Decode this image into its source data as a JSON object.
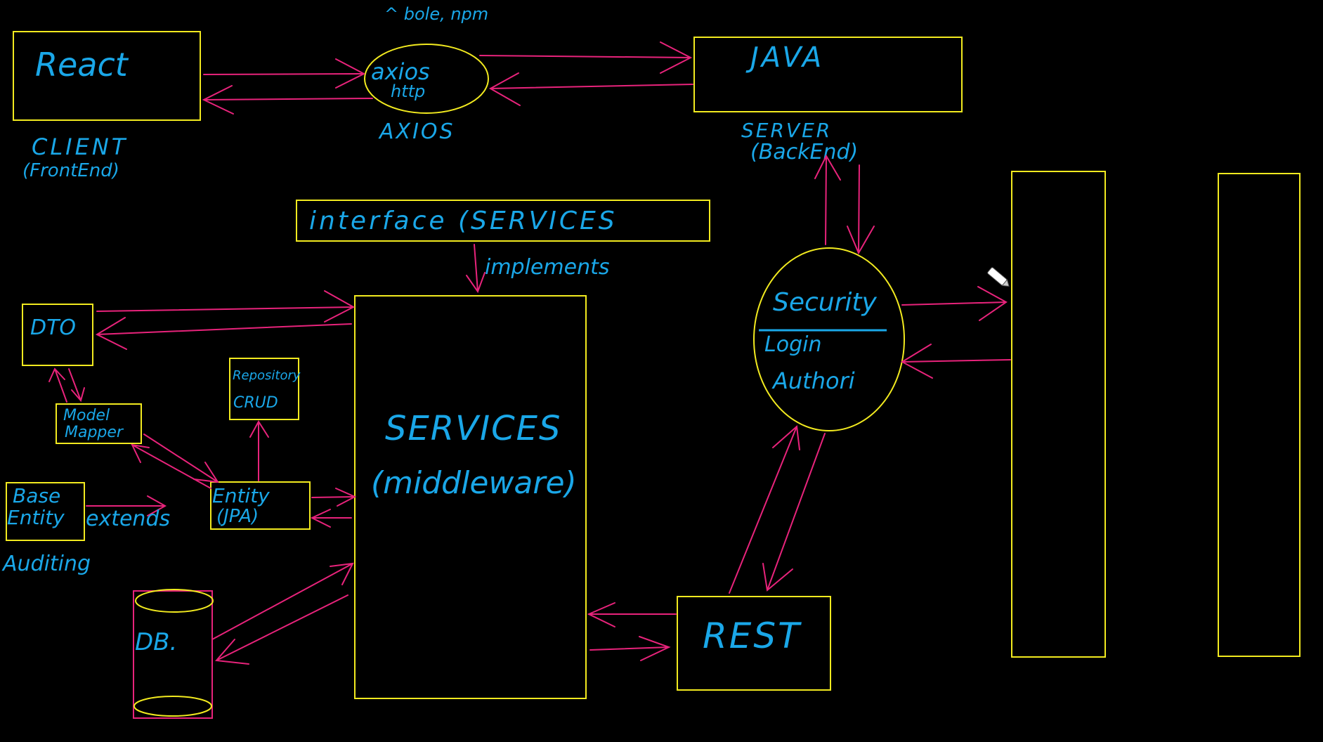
{
  "colors": {
    "background": "#000000",
    "box": "#f2ea1f",
    "arrow": "#e8237b",
    "text": "#1aa7e8"
  },
  "labels": {
    "react": "React",
    "client": "CLIENT",
    "client_sub": "(FrontEnd)",
    "axios_top_note": "^ bole, npm",
    "axios_in": "axios",
    "axios_in_sub": "http",
    "axios_below": "AXIOS",
    "java": "JAVA",
    "server": "SERVER",
    "server_sub": "(BackEnd)",
    "interface": "interface (SERVICES",
    "implements": "implements",
    "dto": "DTO",
    "model_mapper_1": "Model",
    "model_mapper_2": "Mapper",
    "repository_1": "Repository",
    "repository_2": "CRUD",
    "base_entity_1": "Base",
    "base_entity_2": "Entity",
    "extends": "extends",
    "auditing": "Auditing",
    "entity_1": "Entity",
    "entity_2": "(JPA)",
    "services": "SERVICES",
    "middleware": "(middleware)",
    "db": "DB.",
    "rest": "REST",
    "security": "Security",
    "login": "Login",
    "authori": "Authori"
  },
  "cursor": "pencil-icon"
}
